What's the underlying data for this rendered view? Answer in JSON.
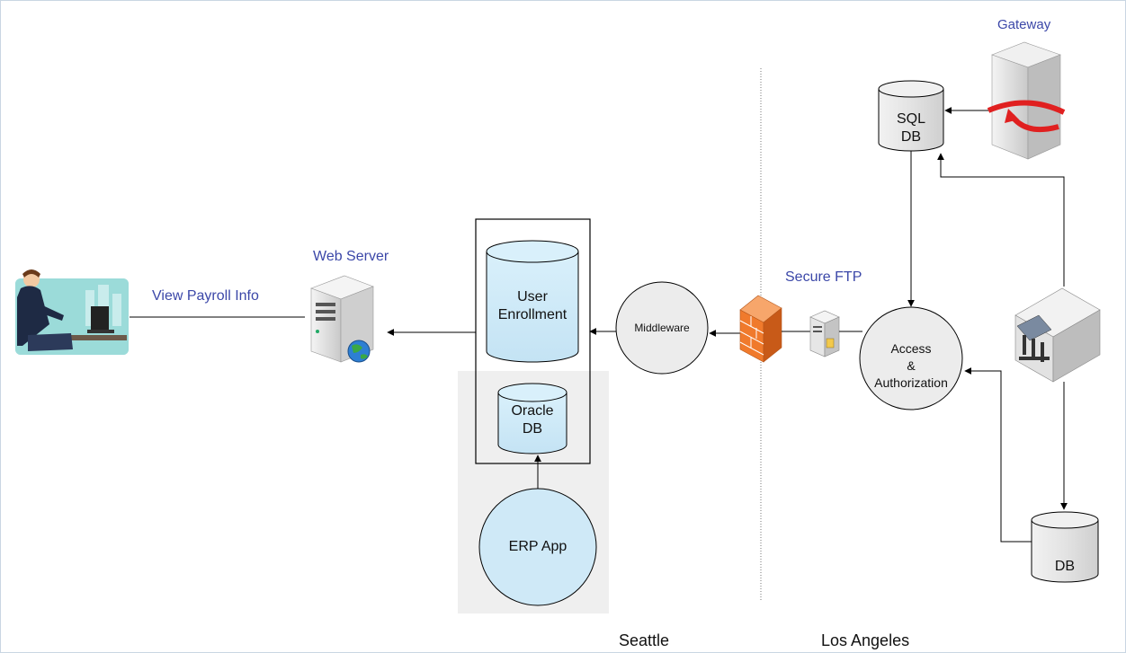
{
  "labels": {
    "view_payroll_info": "View Payroll Info",
    "web_server": "Web Server",
    "secure_ftp": "Secure FTP",
    "gateway": "Gateway"
  },
  "nodes": {
    "user_enrollment": "User Enrollment",
    "oracle_db_line1": "Oracle",
    "oracle_db_line2": "DB",
    "erp_app": "ERP App",
    "middleware": "Middleware",
    "access_line1": "Access",
    "access_line2": "&",
    "access_line3": "Authorization",
    "sql_db_line1": "SQL",
    "sql_db_line2": "DB",
    "db": "DB"
  },
  "regions": {
    "seattle": "Seattle",
    "los_angeles": "Los Angeles"
  },
  "icons": [
    "user-at-computer-icon",
    "web-server-icon",
    "firewall-icon",
    "ftp-server-icon",
    "gateway-server-icon",
    "bank-building-icon"
  ],
  "colors": {
    "label_blue": "#3b47a8",
    "db_blue": "#cfe9f7",
    "db_gray": "#e5e5e5",
    "firewall_orange": "#f07a2c",
    "gateway_red": "#e02020"
  }
}
